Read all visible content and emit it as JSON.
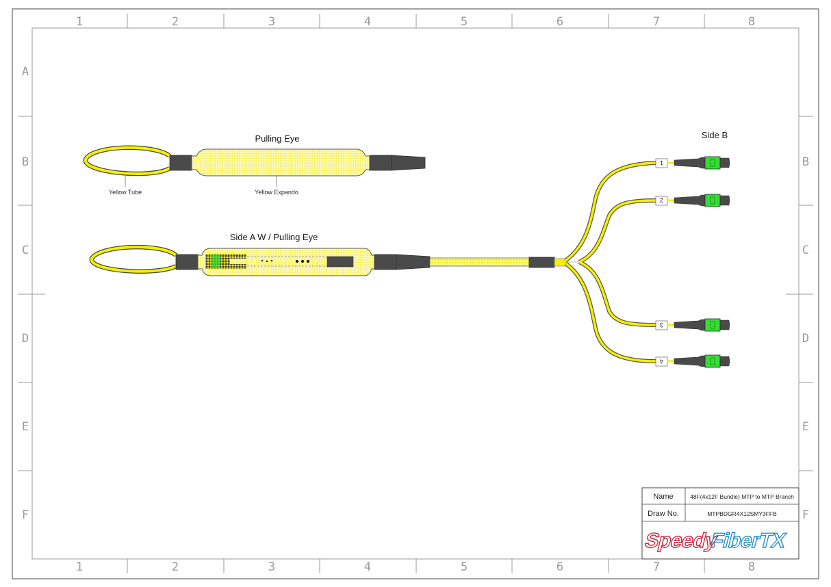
{
  "frame": {
    "columns": [
      "1",
      "2",
      "3",
      "4",
      "5",
      "6",
      "7",
      "8"
    ],
    "rows": [
      "A",
      "B",
      "C",
      "D",
      "E",
      "F"
    ]
  },
  "pulling_eye": {
    "title": "Pulling Eye",
    "callouts": {
      "tube": "Yellow Tube",
      "expando": "Yellow Expando"
    }
  },
  "side_a": {
    "title": "Side A W / Pulling Eye"
  },
  "side_b": {
    "title": "Side B",
    "legs": [
      {
        "label": "1"
      },
      {
        "label": "2"
      },
      {
        "label": "3"
      },
      {
        "label": "4"
      }
    ]
  },
  "title_block": {
    "name_label": "Name",
    "name_value": "48F(4x12F Bundle) MTP to MTP Branch",
    "draw_label": "Draw No.",
    "draw_value": "MTPBDGR4X12SMY3FFB",
    "logo_part1": "Speedy",
    "logo_part2": "FiberTX"
  },
  "colors": {
    "cable_yellow": "#f5f000",
    "boot_dark": "#4a4a4a",
    "connector_green": "#33dd33",
    "logo_red": "#c8283c",
    "logo_blue": "#2a8fc8",
    "frame_gray": "#8a8a8a"
  }
}
